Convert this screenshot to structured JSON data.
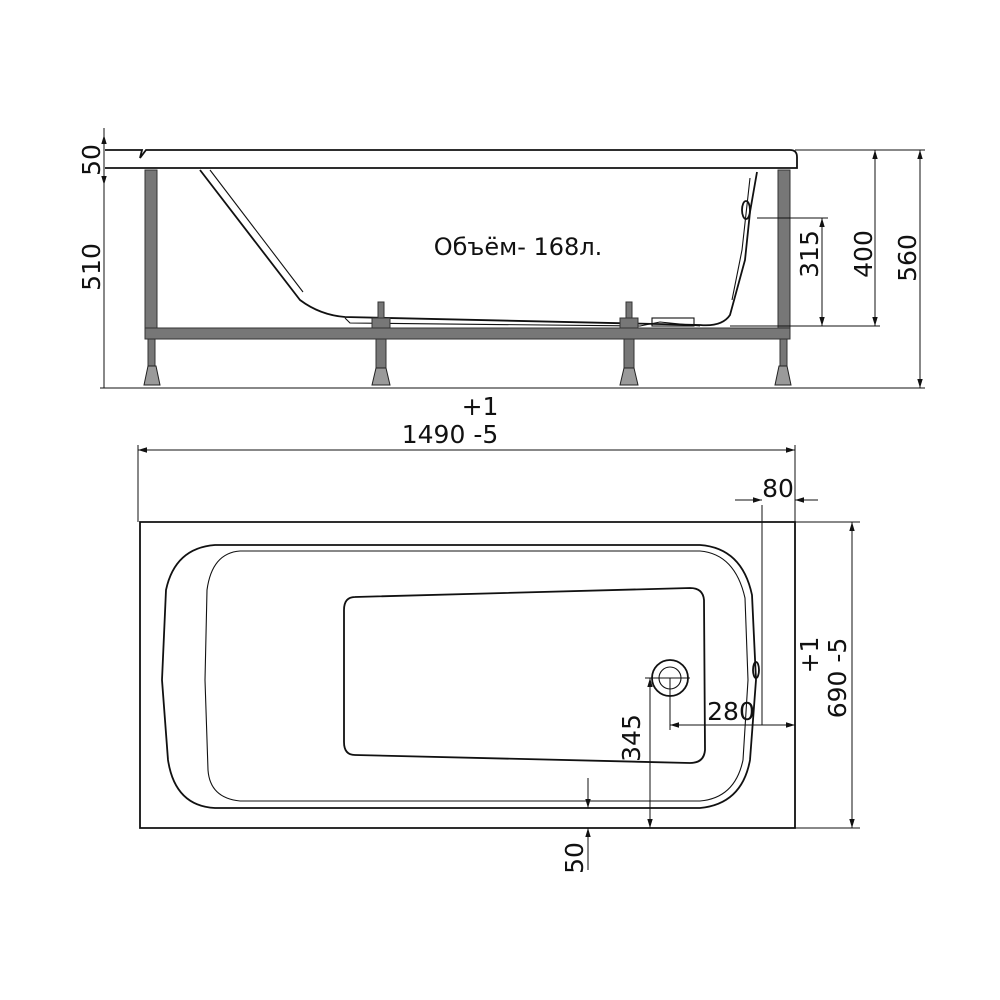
{
  "side_view": {
    "volume_label": "Объём- 168л.",
    "dim_rim": "50",
    "dim_body": "510",
    "dim_overflow": "315",
    "dim_depth": "400",
    "dim_total_height": "560"
  },
  "top_view": {
    "dim_length_tol": "+1",
    "dim_length": "1490 -5",
    "dim_overflow_offset": "80",
    "dim_width_tol": "+1",
    "dim_width": "690 -5",
    "dim_drain_x": "280",
    "dim_drain_y": "345",
    "dim_edge": "50"
  }
}
